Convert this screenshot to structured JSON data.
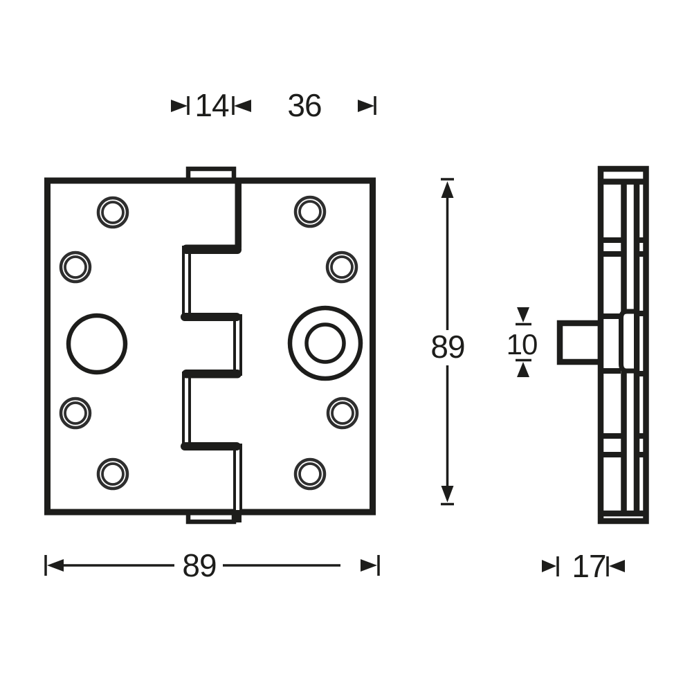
{
  "diagram": {
    "labels": {
      "knuckle_width": "14",
      "leaf_offset": "36",
      "height": "89",
      "width": "89",
      "pin_stub": "10",
      "profile_depth": "17"
    }
  }
}
